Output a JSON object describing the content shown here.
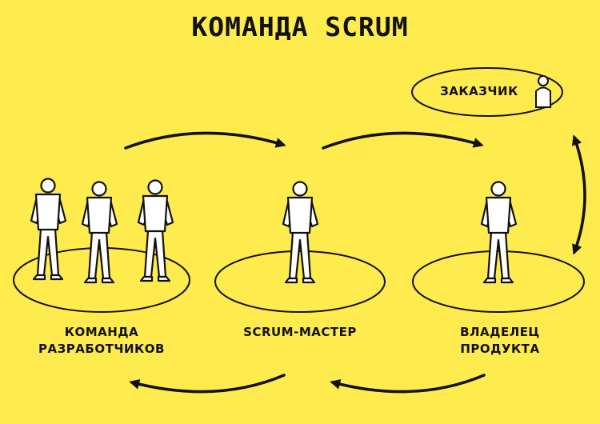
{
  "diagram": {
    "title": "КОМАНДА SCRUM",
    "customer": {
      "label": "ЗАКАЗЧИК",
      "icon": "person-icon"
    },
    "roles": {
      "dev_team": {
        "line1": "КОМАНДА",
        "line2": "РАЗРАБОТЧИКОВ",
        "icon": "person-icon"
      },
      "scrum_master": {
        "line1": "SCRUM-МАСТЕР",
        "icon": "person-icon"
      },
      "product_owner": {
        "line1": "ВЛАДЕЛЕЦ",
        "line2": "ПРОДУКТА",
        "icon": "person-icon"
      }
    },
    "colors": {
      "background": "#FEEB4E",
      "ink": "#111111",
      "figure_fill": "#FFFFFF"
    }
  }
}
